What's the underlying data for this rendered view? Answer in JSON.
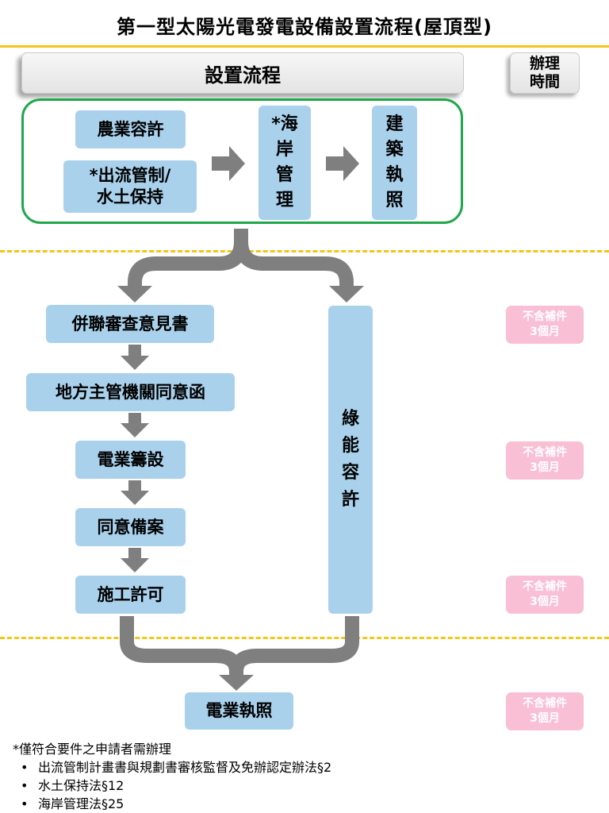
{
  "title": "第一型太陽光電發電設備設置流程(屋頂型)",
  "header": {
    "label": "設置流程",
    "time_line1": "辦理",
    "time_line2": "時間"
  },
  "stage1": {
    "agriculture": "農業容許",
    "runoff_line1": "*出流管制/",
    "runoff_line2": "水土保持",
    "coastal": [
      "*海",
      "岸",
      "管",
      "理"
    ],
    "building": [
      "建",
      "築",
      "執",
      "照"
    ]
  },
  "steps": {
    "grid_review": "併聯審查意見書",
    "local_consent": "地方主管機關同意函",
    "power_prep": "電業籌設",
    "consent_filing": "同意備案",
    "construction_permit": "施工許可",
    "green_permit": [
      "綠",
      "能",
      "容",
      "許"
    ],
    "power_license": "電業執照"
  },
  "badges": [
    {
      "line1": "不含補件",
      "line2": "3個月"
    },
    {
      "line1": "不含補件",
      "line2": "3個月"
    },
    {
      "line1": "不含補件",
      "line2": "3個月"
    },
    {
      "line1": "不含補件",
      "line2": "3個月"
    }
  ],
  "notes": {
    "heading": "*僅符合要件之申請者需辦理",
    "items": [
      "出流管制計畫書與規劃書審核監督及免辦認定辦法§2",
      "水土保持法§12",
      "海岸管理法§25"
    ]
  },
  "colors": {
    "box": "#a9d1ec",
    "arrow": "#7f7f7f",
    "green_border": "#1fa84a",
    "gold": "#f5c518",
    "badge": "#f9bfd4"
  },
  "icons": {
    "bullet": "•"
  }
}
